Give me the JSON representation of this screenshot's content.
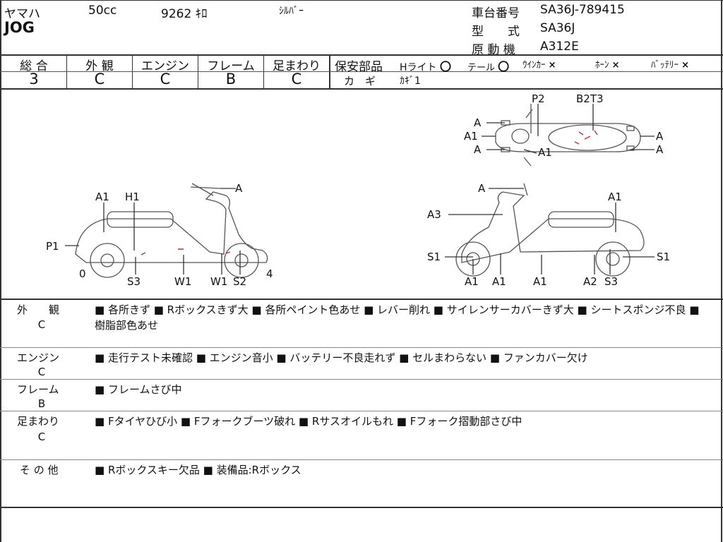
{
  "header": {
    "maker": "ヤマハ",
    "model": "JOG",
    "displacement": "50cc",
    "mileage": "9262 ｷﾛ",
    "color": "ｼﾙﾊﾞｰ",
    "frame_no_label": "車台番号",
    "frame_no": "SA36J-789415",
    "type_label": "型　　式",
    "type": "SA36J",
    "engine_label": "原 動 機",
    "engine": "A312E"
  },
  "grades": {
    "overall_label": "総 合",
    "overall": "3",
    "exterior_label": "外 観",
    "exterior": "C",
    "engine_label": "エンジン",
    "engine": "C",
    "frame_label": "フレーム",
    "frame": "B",
    "suspension_label": "足まわり",
    "suspension": "C"
  },
  "safety": {
    "label": "保安部品",
    "items": [
      {
        "name": "Hライト",
        "mark": "〇"
      },
      {
        "name": "テール",
        "mark": "〇"
      },
      {
        "name": "ｳｲﾝｶｰ",
        "mark": "×"
      },
      {
        "name": "ﾎｰﾝ",
        "mark": "×"
      },
      {
        "name": "ﾊﾞｯﾃﾘｰ",
        "mark": "×"
      }
    ],
    "key_label": "カ　ギ",
    "key_value": "ｶｷﾞ1"
  },
  "diagram": {
    "top": [
      "P2",
      "B2T3",
      "A",
      "A1",
      "A",
      "A1",
      "A",
      "A"
    ],
    "left": [
      "A1",
      "H1",
      "A",
      "P1",
      "0",
      "S3",
      "W1",
      "W1",
      "S2",
      "4"
    ],
    "right": [
      "A",
      "A1",
      "A3",
      "S1",
      "S1",
      "A1",
      "A1",
      "A1",
      "A2",
      "S3"
    ]
  },
  "sections": [
    {
      "label": "外　　観",
      "grade": "C",
      "text": "■ 各所きず ■ Rボックスきず大 ■ 各所ペイント色あせ ■ レバー削れ ■ サイレンサーカバーきず大 ■ シートスポンジ不良 ■ 樹脂部色あせ"
    },
    {
      "label": "エンジン",
      "grade": "C",
      "text": "■ 走行テスト未確認 ■ エンジン音小 ■ バッテリー不良走れず ■ セルまわらない ■ ファンカバー欠け"
    },
    {
      "label": "フレーム",
      "grade": "B",
      "text": "■ フレームさび中"
    },
    {
      "label": "足まわり",
      "grade": "C",
      "text": "■ Fタイヤひび小 ■ Fフォークブーツ破れ ■ Rサスオイルもれ ■ Fフォーク摺動部さび中"
    },
    {
      "label": "そ の 他",
      "grade": "",
      "text": "■ Rボックスキー欠品 ■ 装備品:Rボックス"
    }
  ]
}
